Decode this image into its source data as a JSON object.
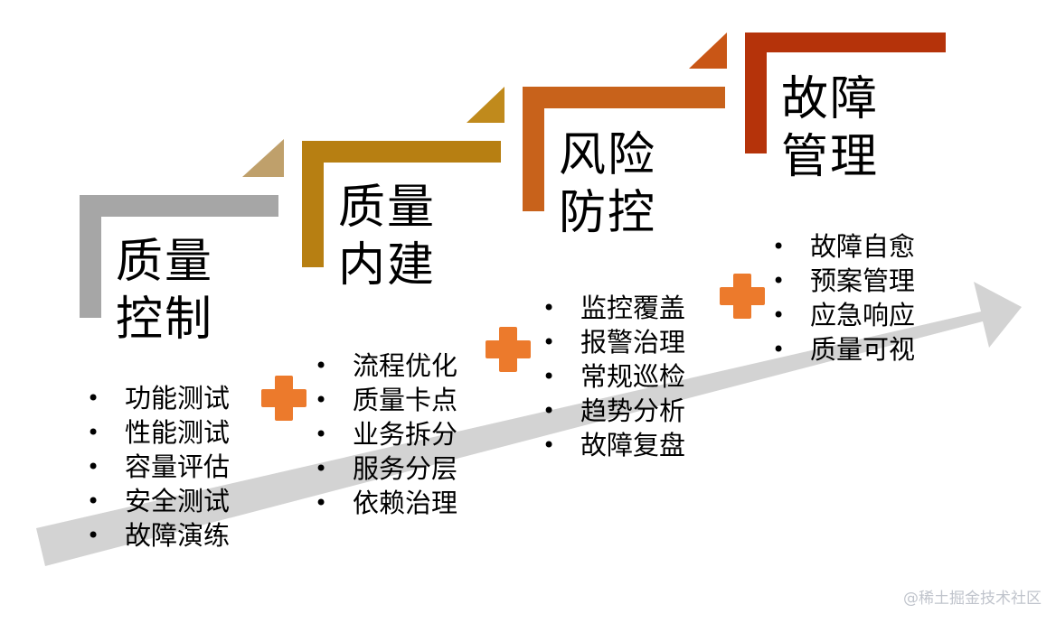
{
  "colors": {
    "arrow": "#d3d3d3",
    "plus": "#ec7a2c",
    "stage1": "#a6a6a6",
    "stage2": "#b77f12",
    "stage3": "#c8621b",
    "stage4": "#b5330a"
  },
  "stages": [
    {
      "title_line1": "质量",
      "title_line2": "控制",
      "items": [
        "功能测试",
        "性能测试",
        "容量评估",
        "安全测试",
        "故障演练"
      ]
    },
    {
      "title_line1": "质量",
      "title_line2": "内建",
      "items": [
        "流程优化",
        "质量卡点",
        "业务拆分",
        "服务分层",
        "依赖治理"
      ]
    },
    {
      "title_line1": "风险",
      "title_line2": "防控",
      "items": [
        "监控覆盖",
        "报警治理",
        "常规巡检",
        "趋势分析",
        "故障复盘"
      ]
    },
    {
      "title_line1": "故障",
      "title_line2": "管理",
      "items": [
        "故障自愈",
        "预案管理",
        "应急响应",
        "质量可视"
      ]
    }
  ],
  "watermark": "@稀土掘金技术社区"
}
